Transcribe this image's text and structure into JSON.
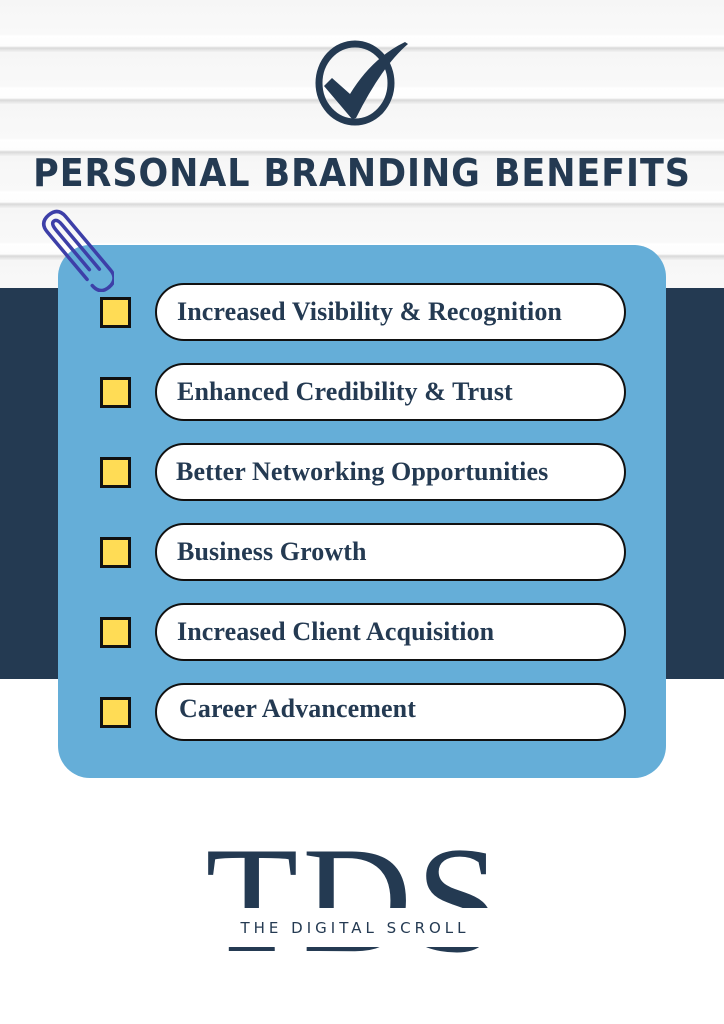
{
  "header": {
    "icon": "check-circle-icon",
    "title": "PERSONAL BRANDING BENEFITS"
  },
  "decor": {
    "paperclip_icon": "paperclip-icon"
  },
  "benefits": {
    "items": [
      {
        "label": "Increased Visibility & Recognition",
        "checkbox_icon": "empty-checkbox-icon"
      },
      {
        "label": "Enhanced Credibility & Trust",
        "checkbox_icon": "empty-checkbox-icon"
      },
      {
        "label": "Better Networking Opportunities",
        "checkbox_icon": "empty-checkbox-icon"
      },
      {
        "label": "Business Growth",
        "checkbox_icon": "empty-checkbox-icon"
      },
      {
        "label": "Increased Client Acquisition",
        "checkbox_icon": "empty-checkbox-icon"
      },
      {
        "label": "Career Advancement",
        "checkbox_icon": "empty-checkbox-icon"
      }
    ]
  },
  "logo": {
    "monogram": "TDS",
    "tagline": "THE DIGITAL SCROLL"
  },
  "colors": {
    "navy": "#243a52",
    "card_blue": "#65aed8",
    "checkbox_yellow": "#ffdc55",
    "paperclip": "#3d3fa8",
    "stripe_background": "#f8f8f8"
  }
}
